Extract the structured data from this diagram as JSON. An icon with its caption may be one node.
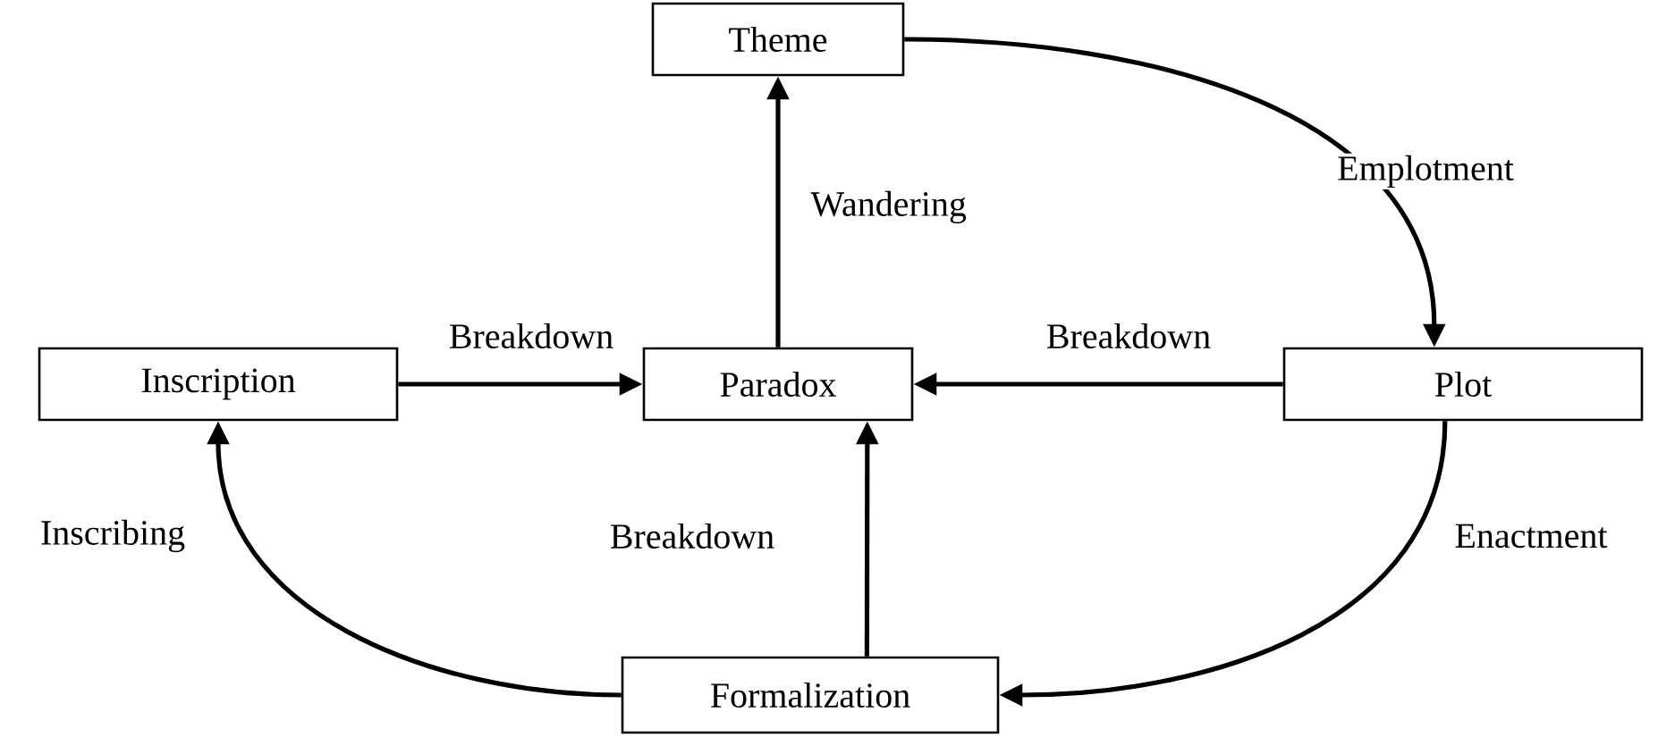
{
  "diagram": {
    "nodes": [
      {
        "text": [
          "Theme"
        ]
      },
      {
        "text": [
          "Inscription"
        ]
      },
      {
        "text": [
          "Paradox"
        ]
      },
      {
        "text": [
          "Plot"
        ]
      },
      {
        "text": [
          "Formalization"
        ]
      }
    ],
    "edges": [
      {
        "from": 2,
        "to": 0,
        "arrow": "to",
        "label": "Wandering"
      },
      {
        "from": 0,
        "to": 3,
        "arrow": "to",
        "label": "Emplotment"
      },
      {
        "from": 1,
        "to": 2,
        "arrow": "to",
        "label": "Breakdown"
      },
      {
        "from": 3,
        "to": 2,
        "arrow": "to",
        "label": "Breakdown"
      },
      {
        "from": 4,
        "to": 2,
        "arrow": "to",
        "label": "Breakdown"
      },
      {
        "from": 3,
        "to": 4,
        "arrow": "to",
        "label": "Enactment"
      },
      {
        "from": 4,
        "to": 1,
        "arrow": "to",
        "label": "Inscribing"
      }
    ]
  }
}
